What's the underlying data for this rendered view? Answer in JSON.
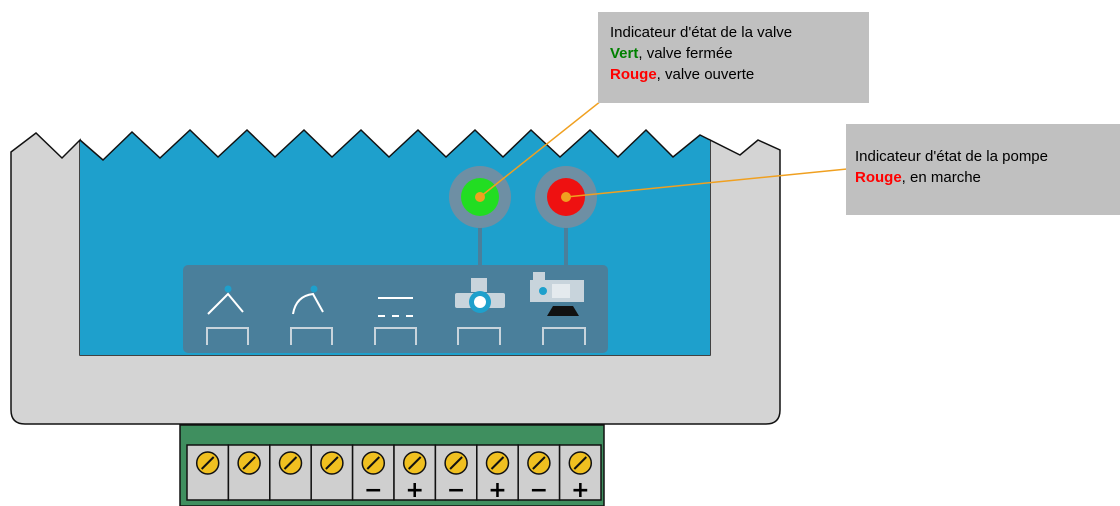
{
  "valve_callout": {
    "title": "Indicateur d'état de la valve",
    "green_word": "Vert",
    "green_text": ", valve fermée",
    "red_word": "Rouge",
    "red_text": ", valve ouverte"
  },
  "pump_callout": {
    "title": "Indicateur d'état de la pompe",
    "red_word": "Rouge",
    "red_text": ", en marche"
  },
  "indicators": {
    "valve_color": "#22dd22",
    "pump_color": "#ee1111"
  },
  "panel_icons": [
    "sensor-high-icon",
    "sensor-low-icon",
    "dc-power-icon",
    "valve-icon",
    "pump-icon"
  ],
  "terminals": {
    "polarity": [
      "",
      "",
      "",
      "",
      "−",
      "+",
      "−",
      "+",
      "−",
      "+"
    ]
  },
  "colors": {
    "water": "#1ea0cc",
    "panel": "#4a7f9b",
    "housing": "#d4d4d4",
    "terminal_board": "#3f8f5f",
    "screw": "#f0c020",
    "leader": "#f0a020"
  }
}
